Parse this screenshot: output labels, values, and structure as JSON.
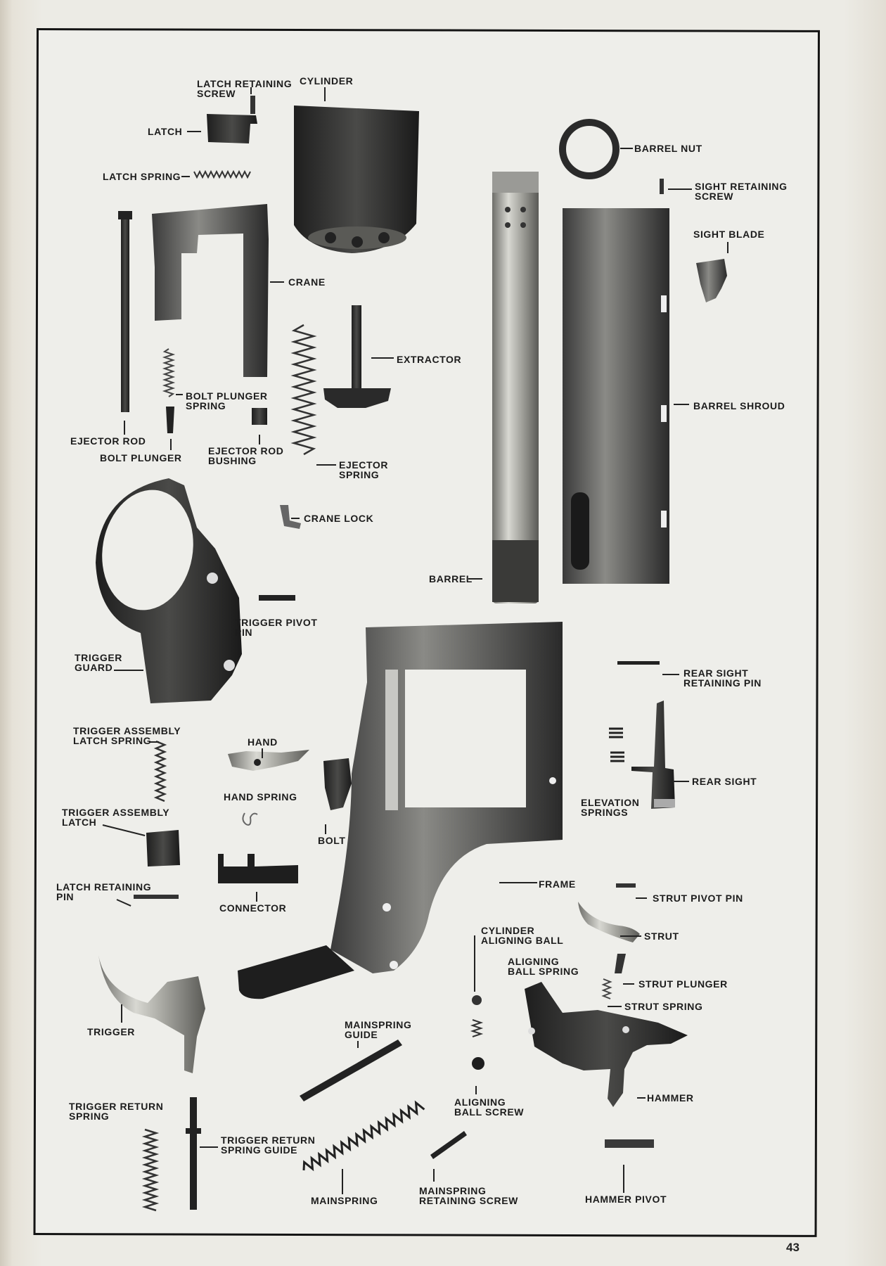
{
  "page_number": "43",
  "labels": {
    "latch_retaining_screw": [
      "LATCH RETAINING",
      "SCREW"
    ],
    "cylinder": "CYLINDER",
    "latch": "LATCH",
    "latch_spring": "LATCH SPRING",
    "barrel_nut": "BARREL NUT",
    "sight_retaining_screw": [
      "SIGHT RETAINING",
      "SCREW"
    ],
    "sight_blade": "SIGHT BLADE",
    "crane": "CRANE",
    "extractor": "EXTRACTOR",
    "barrel_shroud": "BARREL SHROUD",
    "bolt_plunger_spring": [
      "BOLT PLUNGER",
      "SPRING"
    ],
    "ejector_rod": "EJECTOR ROD",
    "bolt_plunger": "BOLT PLUNGER",
    "ejector_rod_bushing": [
      "EJECTOR ROD",
      "BUSHING"
    ],
    "ejector_spring": [
      "EJECTOR",
      "SPRING"
    ],
    "crane_lock": "CRANE LOCK",
    "barrel": "BARREL",
    "trigger_pivot_pin": [
      "TRIGGER PIVOT",
      "PIN"
    ],
    "trigger_guard": [
      "TRIGGER",
      "GUARD"
    ],
    "rear_sight_retaining_pin": [
      "REAR SIGHT",
      "RETAINING PIN"
    ],
    "trigger_assembly_latch_spring": [
      "TRIGGER ASSEMBLY",
      "LATCH SPRING"
    ],
    "hand": "HAND",
    "rear_sight": "REAR SIGHT",
    "elevation_springs": [
      "ELEVATION",
      "SPRINGS"
    ],
    "hand_spring": "HAND SPRING",
    "trigger_assembly_latch": [
      "TRIGGER ASSEMBLY",
      "LATCH"
    ],
    "bolt": "BOLT",
    "frame": "FRAME",
    "latch_retaining_pin": [
      "LATCH RETAINING",
      "PIN"
    ],
    "connector": "CONNECTOR",
    "strut_pivot_pin": "STRUT PIVOT PIN",
    "cylinder_aligning_ball": [
      "CYLINDER",
      "ALIGNING BALL"
    ],
    "strut": "STRUT",
    "aligning_ball_spring": [
      "ALIGNING",
      "BALL SPRING"
    ],
    "strut_plunger": "STRUT PLUNGER",
    "strut_spring": "STRUT SPRING",
    "trigger": "TRIGGER",
    "mainspring_guide": [
      "MAINSPRING",
      "GUIDE"
    ],
    "hammer": "HAMMER",
    "aligning_ball_screw": [
      "ALIGNING",
      "BALL SCREW"
    ],
    "trigger_return_spring": [
      "TRIGGER RETURN",
      "SPRING"
    ],
    "trigger_return_spring_guide": [
      "TRIGGER RETURN",
      "SPRING GUIDE"
    ],
    "mainspring_retaining_screw": [
      "MAINSPRING",
      "RETAINING SCREW"
    ],
    "mainspring": "MAINSPRING",
    "hammer_pivot": "HAMMER PIVOT"
  }
}
